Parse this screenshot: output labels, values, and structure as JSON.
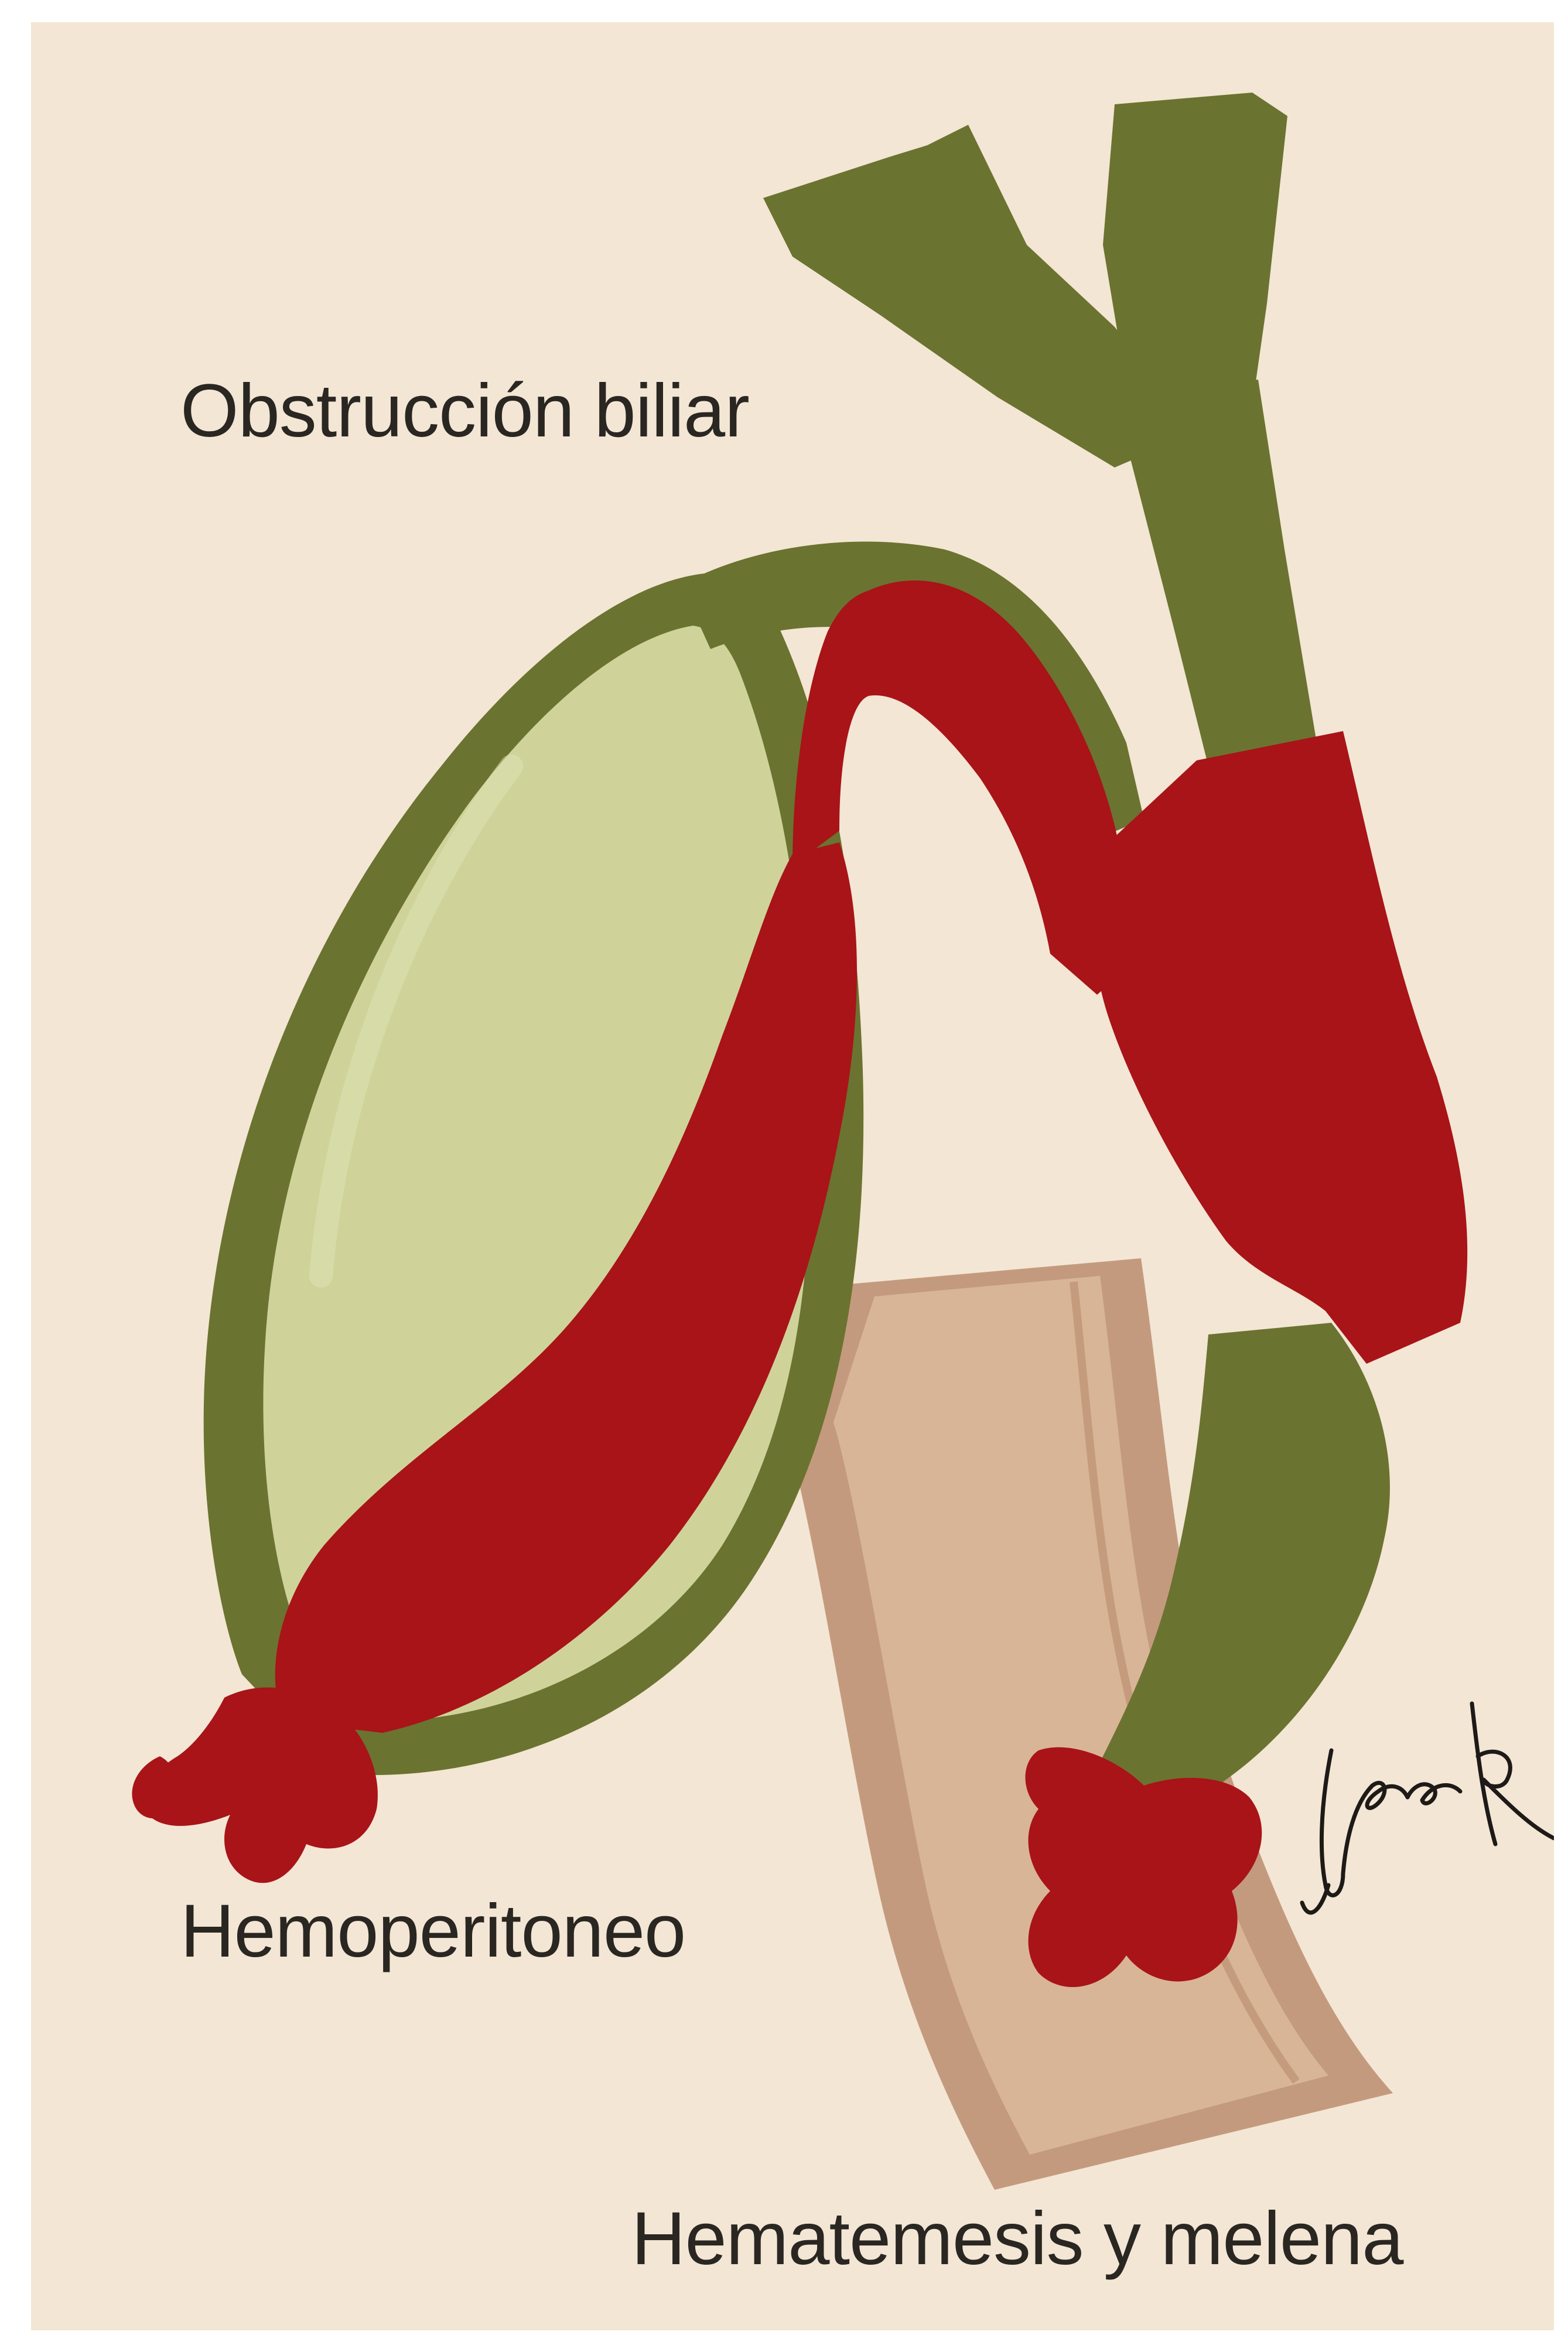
{
  "labels": {
    "biliary_obstruction": "Obstrucción biliar",
    "hemoperitoneum": "Hemoperitoneo",
    "hematemesis": "Hematemesis y melena"
  },
  "signature": "Jesse R",
  "colors": {
    "background": "#f3e6d4",
    "bile_duct": "#6b7330",
    "gallbladder_fill": "#cfd39a",
    "blood": "#a81418",
    "duodenum": "#d4ab8e",
    "duodenum_edge": "#b98a6d",
    "text": "#2a2622"
  }
}
